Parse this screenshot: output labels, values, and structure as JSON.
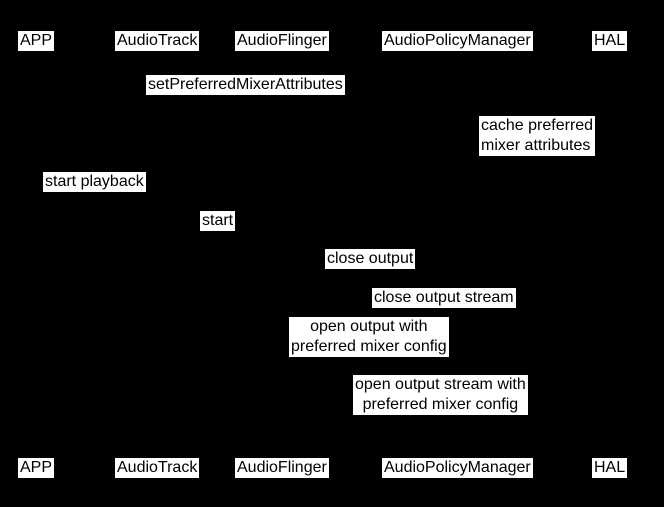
{
  "colors": {
    "background": "#000000",
    "label_bg": "#ffffff",
    "label_fg": "#000000"
  },
  "diagram_type": "sequence-diagram",
  "participants": [
    "APP",
    "AudioTrack",
    "AudioFlinger",
    "AudioPolicyManager",
    "HAL"
  ],
  "messages": [
    {
      "name": "setPreferredMixerAttributes",
      "lines": [
        "setPreferredMixerAttributes"
      ]
    },
    {
      "name": "cache-preferred-mixer-attributes",
      "lines": [
        "cache preferred",
        "mixer attributes"
      ]
    },
    {
      "name": "start-playback",
      "lines": [
        "start playback"
      ]
    },
    {
      "name": "start",
      "lines": [
        "start"
      ]
    },
    {
      "name": "close-output",
      "lines": [
        "close output"
      ]
    },
    {
      "name": "close-output-stream",
      "lines": [
        "close output stream"
      ]
    },
    {
      "name": "open-output-with-preferred-mixer-config",
      "lines": [
        "open output with",
        "preferred mixer config"
      ]
    },
    {
      "name": "open-output-stream-with-preferred-mixer-config",
      "lines": [
        "open output stream with",
        "preferred mixer config"
      ]
    }
  ]
}
